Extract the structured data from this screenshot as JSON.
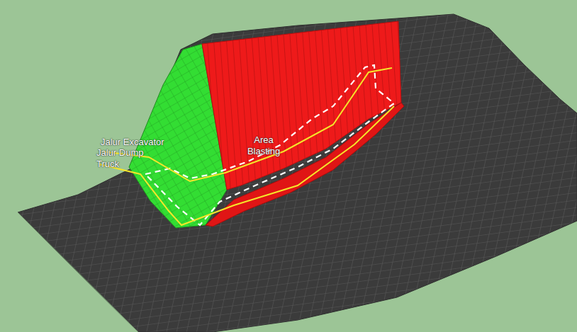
{
  "diagram": {
    "labels": [
      "Jalur Excavator",
      "Jalur Dump Truck",
      "Area Blasting"
    ]
  }
}
